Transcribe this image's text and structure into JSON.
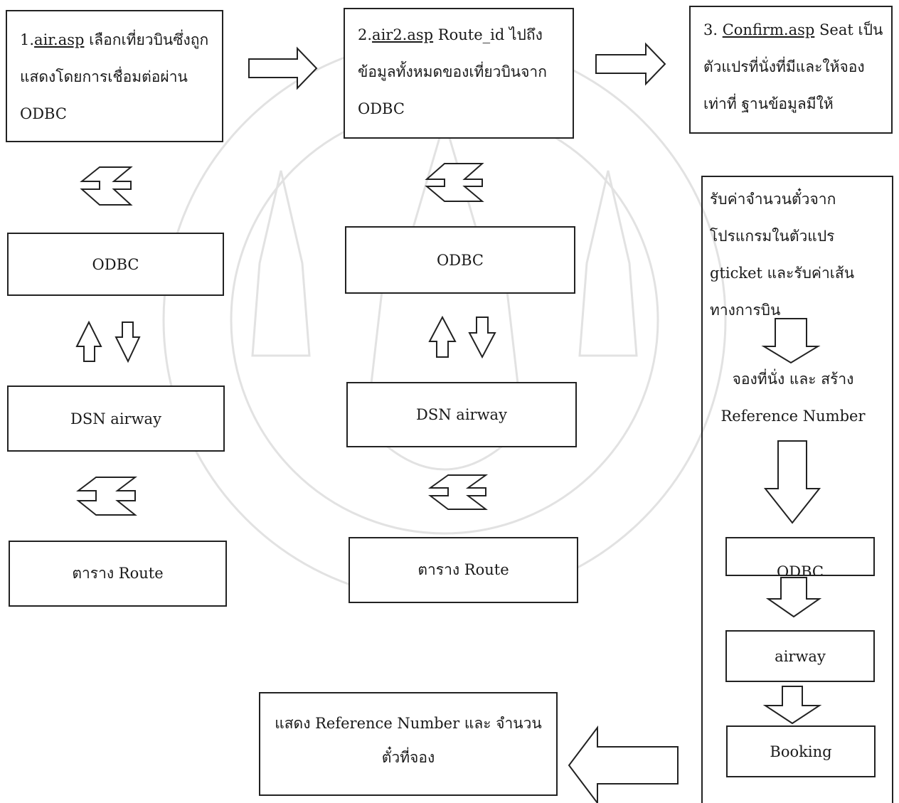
{
  "steps": {
    "step1": {
      "prefix": "1.",
      "link": "air.asp",
      "text": " เลือกเที่ยวบินซึ่งถูกแสดงโดยการเชื่อมต่อผ่าน ODBC"
    },
    "step2": {
      "prefix": "2.",
      "link": "air2.asp",
      "text": "  Route_id ไปถึงข้อมูลทั้งหมดของเที่ยวบินจาก ODBC"
    },
    "step3": {
      "prefix": "3. ",
      "link": "Confirm.asp",
      "text": " Seat เป็นตัวแปรที่นั่งที่มีและให้จองเท่าที่ ฐานข้อมูลมีให้"
    }
  },
  "column1": {
    "odbc": "ODBC",
    "dsn": "DSN airway",
    "table": "ตาราง Route"
  },
  "column2": {
    "odbc": "ODBC",
    "dsn": "DSN airway",
    "table": "ตาราง Route"
  },
  "column3": {
    "receive_lines": [
      "รับค่าจำนวนตั๋วจาก",
      "โปรแกรมในตัวแปร",
      "gticket และรับค่าเส้น",
      "ทางการบิน"
    ],
    "reserve_lines": [
      "จองที่นั่ง และ สร้าง",
      "Reference Number"
    ],
    "odbc": "ODBC",
    "airway": "airway",
    "booking": "Booking"
  },
  "result": {
    "lines": [
      "แสดง Reference Number และ จำนวน",
      "ตั๋วที่จอง"
    ]
  }
}
